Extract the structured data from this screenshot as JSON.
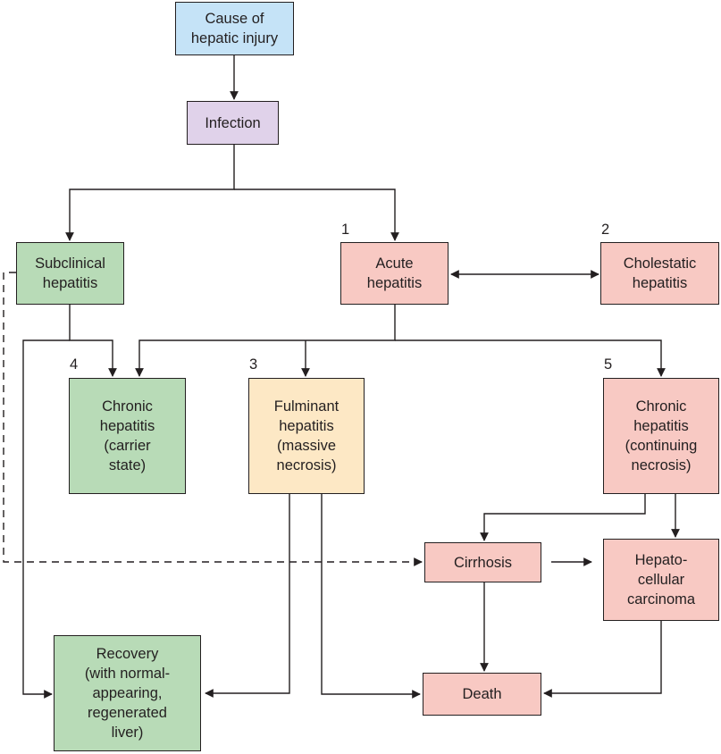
{
  "colors": {
    "blue": "#c5e3f7",
    "purple": "#e0d2ea",
    "green": "#b8dbb7",
    "red": "#f8c9c3",
    "yellow": "#fde8c5",
    "line": "#231f20"
  },
  "nodes": {
    "cause": {
      "label": "Cause of\nhepatic injury",
      "color": "blue"
    },
    "infection": {
      "label": "Infection",
      "color": "purple"
    },
    "subclinical": {
      "label": "Subclinical\nhepatitis",
      "color": "green"
    },
    "acute": {
      "label": "Acute\nhepatitis",
      "color": "red",
      "number": "1"
    },
    "cholestatic": {
      "label": "Cholestatic\nhepatitis",
      "color": "red",
      "number": "2"
    },
    "chronic_carrier": {
      "label": "Chronic\nhepatitis\n(carrier\nstate)",
      "color": "green",
      "number": "4"
    },
    "fulminant": {
      "label": "Fulminant\nhepatitis\n(massive\nnecrosis)",
      "color": "yellow",
      "number": "3"
    },
    "chronic_necrosis": {
      "label": "Chronic\nhepatitis\n(continuing\nnecrosis)",
      "color": "red",
      "number": "5"
    },
    "cirrhosis": {
      "label": "Cirrhosis",
      "color": "red"
    },
    "hcc": {
      "label": "Hepato-\ncellular\ncarcinoma",
      "color": "red"
    },
    "recovery": {
      "label": "Recovery\n(with normal-\nappearing,\nregenerated\nliver)",
      "color": "green"
    },
    "death": {
      "label": "Death",
      "color": "red"
    }
  }
}
